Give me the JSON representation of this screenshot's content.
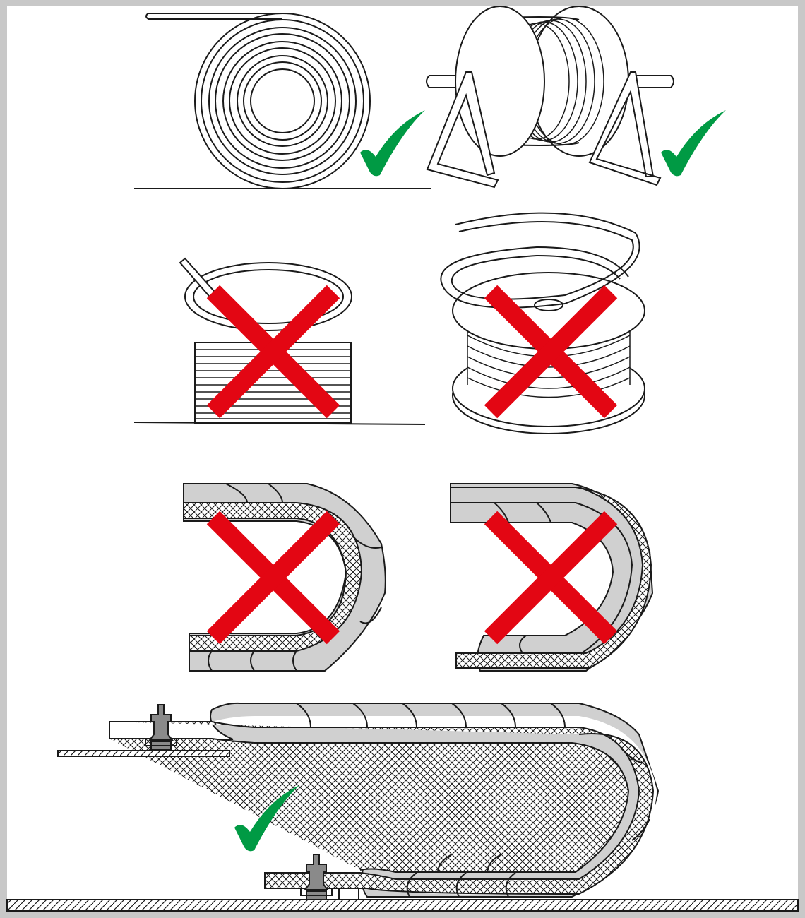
{
  "colors": {
    "correct_mark": "#009a44",
    "wrong_mark": "#e30613",
    "chain_fill": "#d0d0d0",
    "line": "#1a1a1a",
    "frame": "#c8c8c8"
  },
  "panels": [
    {
      "subject": "cable-coil-on-floor",
      "verdict": "correct",
      "icon": "check-icon"
    },
    {
      "subject": "cable-drum-on-stand",
      "verdict": "correct",
      "icon": "check-icon"
    },
    {
      "subject": "cable-stacked-twisted",
      "verdict": "wrong",
      "icon": "cross-icon"
    },
    {
      "subject": "cable-unwound-over-drum-flange",
      "verdict": "wrong",
      "icon": "cross-icon"
    },
    {
      "subject": "cable-chain-twisted-inner",
      "verdict": "wrong",
      "icon": "cross-icon"
    },
    {
      "subject": "cable-chain-twisted-outer",
      "verdict": "wrong",
      "icon": "cross-icon"
    },
    {
      "subject": "cable-chain-correct-installation",
      "verdict": "correct",
      "icon": "check-icon"
    }
  ]
}
